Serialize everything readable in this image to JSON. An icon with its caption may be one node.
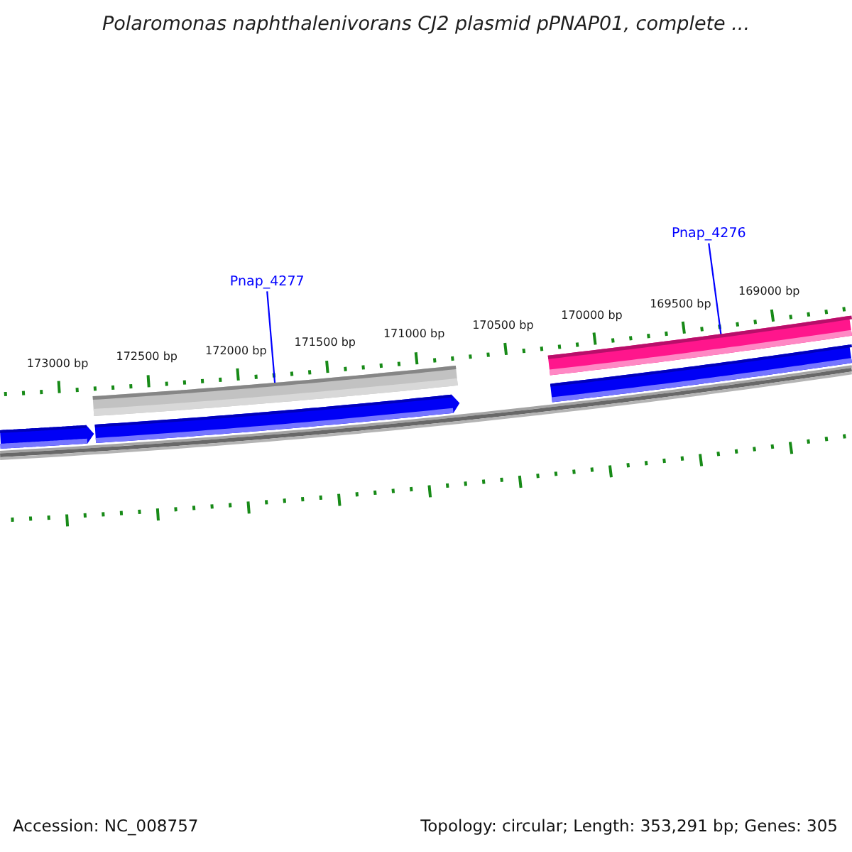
{
  "diagram": {
    "title": "Polaromonas naphthalenivorans CJ2 plasmid pPNAP01, complete ...",
    "nodes": [
      {
        "text": [
          "Pnap_4277"
        ]
      },
      {
        "text": [
          "Pnap_4276"
        ]
      },
      {
        "text": [],
        "shape": "bar"
      },
      {
        "text": [],
        "shape": "bar"
      }
    ],
    "edges": [
      {
        "from": 0,
        "to": 2,
        "arrow": "none"
      },
      {
        "from": 1,
        "to": 3,
        "arrow": "none"
      }
    ],
    "labels": [
      "173000 bp",
      "172500 bp",
      "172000 bp",
      "171500 bp",
      "171000 bp",
      "170500 bp",
      "170000 bp",
      "169500 bp",
      "169000 bp",
      "Accession: NC_008757",
      "Topology: circular; Length: 353,291 bp; Genes: 305"
    ]
  }
}
